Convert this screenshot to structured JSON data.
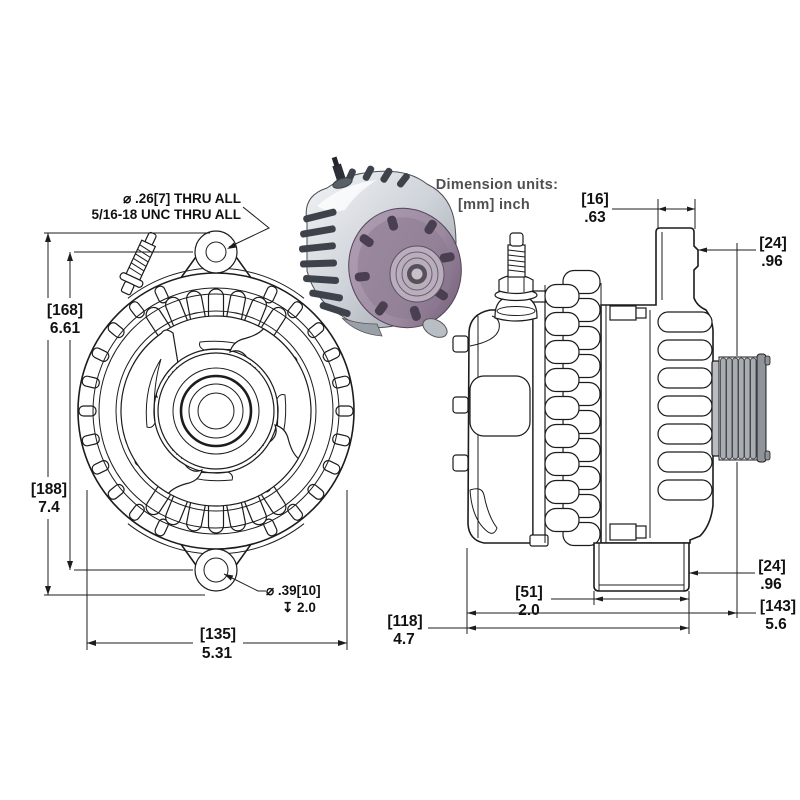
{
  "title_block": {
    "units_line1": "Dimension units:",
    "units_line2": "[mm]  inch"
  },
  "notes": {
    "top_hole": {
      "line1": "⌀ .26[7] THRU ALL",
      "line2": "5/16-18 UNC   THRU ALL"
    },
    "bottom_hole": {
      "line1": "⌀ .39[10]",
      "line2": "↧ 2.0"
    }
  },
  "dims": {
    "d168": {
      "mm": "[168]",
      "inch": "6.61"
    },
    "d188": {
      "mm": "[188]",
      "inch": "7.4"
    },
    "d135": {
      "mm": "[135]",
      "inch": "5.31"
    },
    "d16": {
      "mm": "[16]",
      "inch": ".63"
    },
    "d24_top": {
      "mm": "[24]",
      "inch": ".96"
    },
    "d24_bottom": {
      "mm": "[24]",
      "inch": ".96"
    },
    "d51": {
      "mm": "[51]",
      "inch": "2.0"
    },
    "d118": {
      "mm": "[118]",
      "inch": "4.7"
    },
    "d143": {
      "mm": "[143]",
      "inch": "5.6"
    }
  },
  "colors": {
    "line": "#1c1c1c",
    "units_text": "#4f4f4f",
    "render_purple": "#9c8aa0",
    "render_silver": "#ced3d9",
    "render_dark": "#3e434b"
  }
}
